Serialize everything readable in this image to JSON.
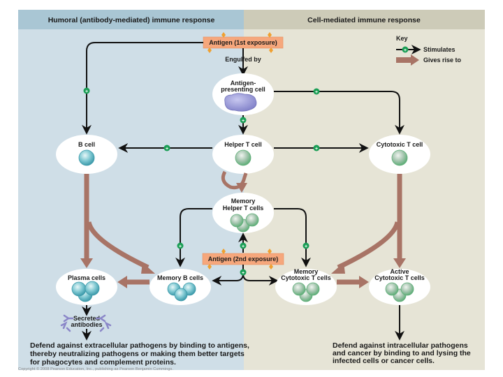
{
  "headers": {
    "humoral": "Humoral (antibody-mediated) immune response",
    "cell_mediated": "Cell-mediated immune response"
  },
  "key": {
    "title": "Key",
    "stimulates": "Stimulates",
    "gives_rise_to": "Gives rise to"
  },
  "antigen_1st": "Antigen (1st exposure)",
  "engulfed_by": "Engulfed by",
  "apc": [
    "Antigen-",
    "presenting cell"
  ],
  "b_cell": "B cell",
  "helper_t": "Helper T cell",
  "cytotoxic_t": "Cytotoxic T cell",
  "memory_helper": [
    "Memory",
    "Helper T cells"
  ],
  "antigen_2nd": "Antigen (2nd exposure)",
  "plasma_cells": "Plasma cells",
  "memory_b": "Memory B cells",
  "memory_cytotoxic": [
    "Memory",
    "Cytotoxic T cells"
  ],
  "active_cytotoxic": [
    "Active",
    "Cytotoxic T cells"
  ],
  "secreted_antibodies": [
    "Secreted",
    "antibodies"
  ],
  "humoral_outcome": [
    "Defend against extracellular pathogens by binding to antigens,",
    "thereby neutralizing pathogens or making them better targets",
    "for phagocytes and complement proteins."
  ],
  "cell_outcome": [
    "Defend against intracellular pathogens",
    "and cancer by binding to and lysing the",
    "infected cells or cancer cells."
  ],
  "copyright": "Copyright © 2008 Pearson Education, Inc., publishing as Pearson Benjamin Cummings.",
  "colors": {
    "humoral_bg": "#cfdee7",
    "humoral_header": "#a9c6d4",
    "cell_bg": "#e6e4d6",
    "cell_header": "#cdcbb8",
    "antigen_box": "#f6a77c",
    "give_rise_arrow": "#a87466",
    "stimulate_plus": "#1a9e55",
    "b_cell": "#5fb8c4",
    "t_cell": "#8fd19b",
    "apc": "#9a9ad8"
  }
}
